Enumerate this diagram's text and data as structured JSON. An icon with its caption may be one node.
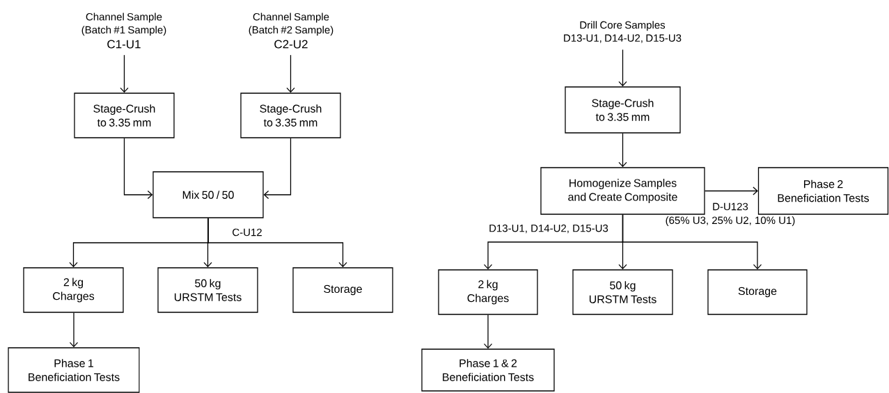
{
  "diagram": {
    "nodes": [
      {
        "text": [
          "Channel Sample (Batch #1 Sample)",
          "C1-U1"
        ]
      },
      {
        "text": [
          "Channel Sample (Batch #2 Sample)",
          "C2-U2"
        ]
      },
      {
        "text": [
          "Stage-Crush to 3.35 mm"
        ]
      },
      {
        "text": [
          "Stage-Crush to 3.35 mm"
        ]
      },
      {
        "text": [
          "Mix 50 / 50"
        ]
      },
      {
        "text": [
          "2 kg Charges"
        ]
      },
      {
        "text": [
          "50 kg URSTM Tests"
        ]
      },
      {
        "text": [
          "Storage"
        ]
      },
      {
        "text": [
          "Phase 1 Beneficiation Tests"
        ]
      },
      {
        "text": [
          "Drill Core Samples D13-U1, D14-U2, D15-U3"
        ]
      },
      {
        "text": [
          "Stage-Crush to 3.35 mm"
        ]
      },
      {
        "text": [
          "Homogenize Samples and Create Composite"
        ]
      },
      {
        "text": [
          "Phase 2 Beneficiation Tests"
        ]
      },
      {
        "text": [
          "2 kg Charges"
        ]
      },
      {
        "text": [
          "50 kg URSTM Tests"
        ]
      },
      {
        "text": [
          "Storage"
        ]
      },
      {
        "text": [
          "Phase 1 & 2 Beneficiation Tests"
        ]
      }
    ],
    "edges": [
      {
        "from": 0,
        "to": 2,
        "arrow": "to"
      },
      {
        "from": 1,
        "to": 3,
        "arrow": "to"
      },
      {
        "from": 2,
        "to": 4,
        "arrow": "to"
      },
      {
        "from": 3,
        "to": 4,
        "arrow": "to"
      },
      {
        "from": 4,
        "to": 5,
        "arrow": "to"
      },
      {
        "from": 4,
        "to": 6,
        "arrow": "to"
      },
      {
        "from": 4,
        "to": 7,
        "arrow": "to",
        "label": "C-U12"
      },
      {
        "from": 5,
        "to": 8,
        "arrow": "to"
      },
      {
        "from": 9,
        "to": 10,
        "arrow": "to"
      },
      {
        "from": 10,
        "to": 11,
        "arrow": "to"
      },
      {
        "from": 11,
        "to": 12,
        "arrow": "to",
        "label": "D-U123"
      },
      {
        "from": 11,
        "to": 13,
        "arrow": "to",
        "label": "D13-U1, D14-U2, D15-U3"
      },
      {
        "from": 11,
        "to": 14,
        "arrow": "to"
      },
      {
        "from": 11,
        "to": 15,
        "arrow": "to"
      },
      {
        "from": 13,
        "to": 16,
        "arrow": "to"
      }
    ],
    "labels": [
      "(65% U3, 25% U2, 10% U1)"
    ]
  }
}
